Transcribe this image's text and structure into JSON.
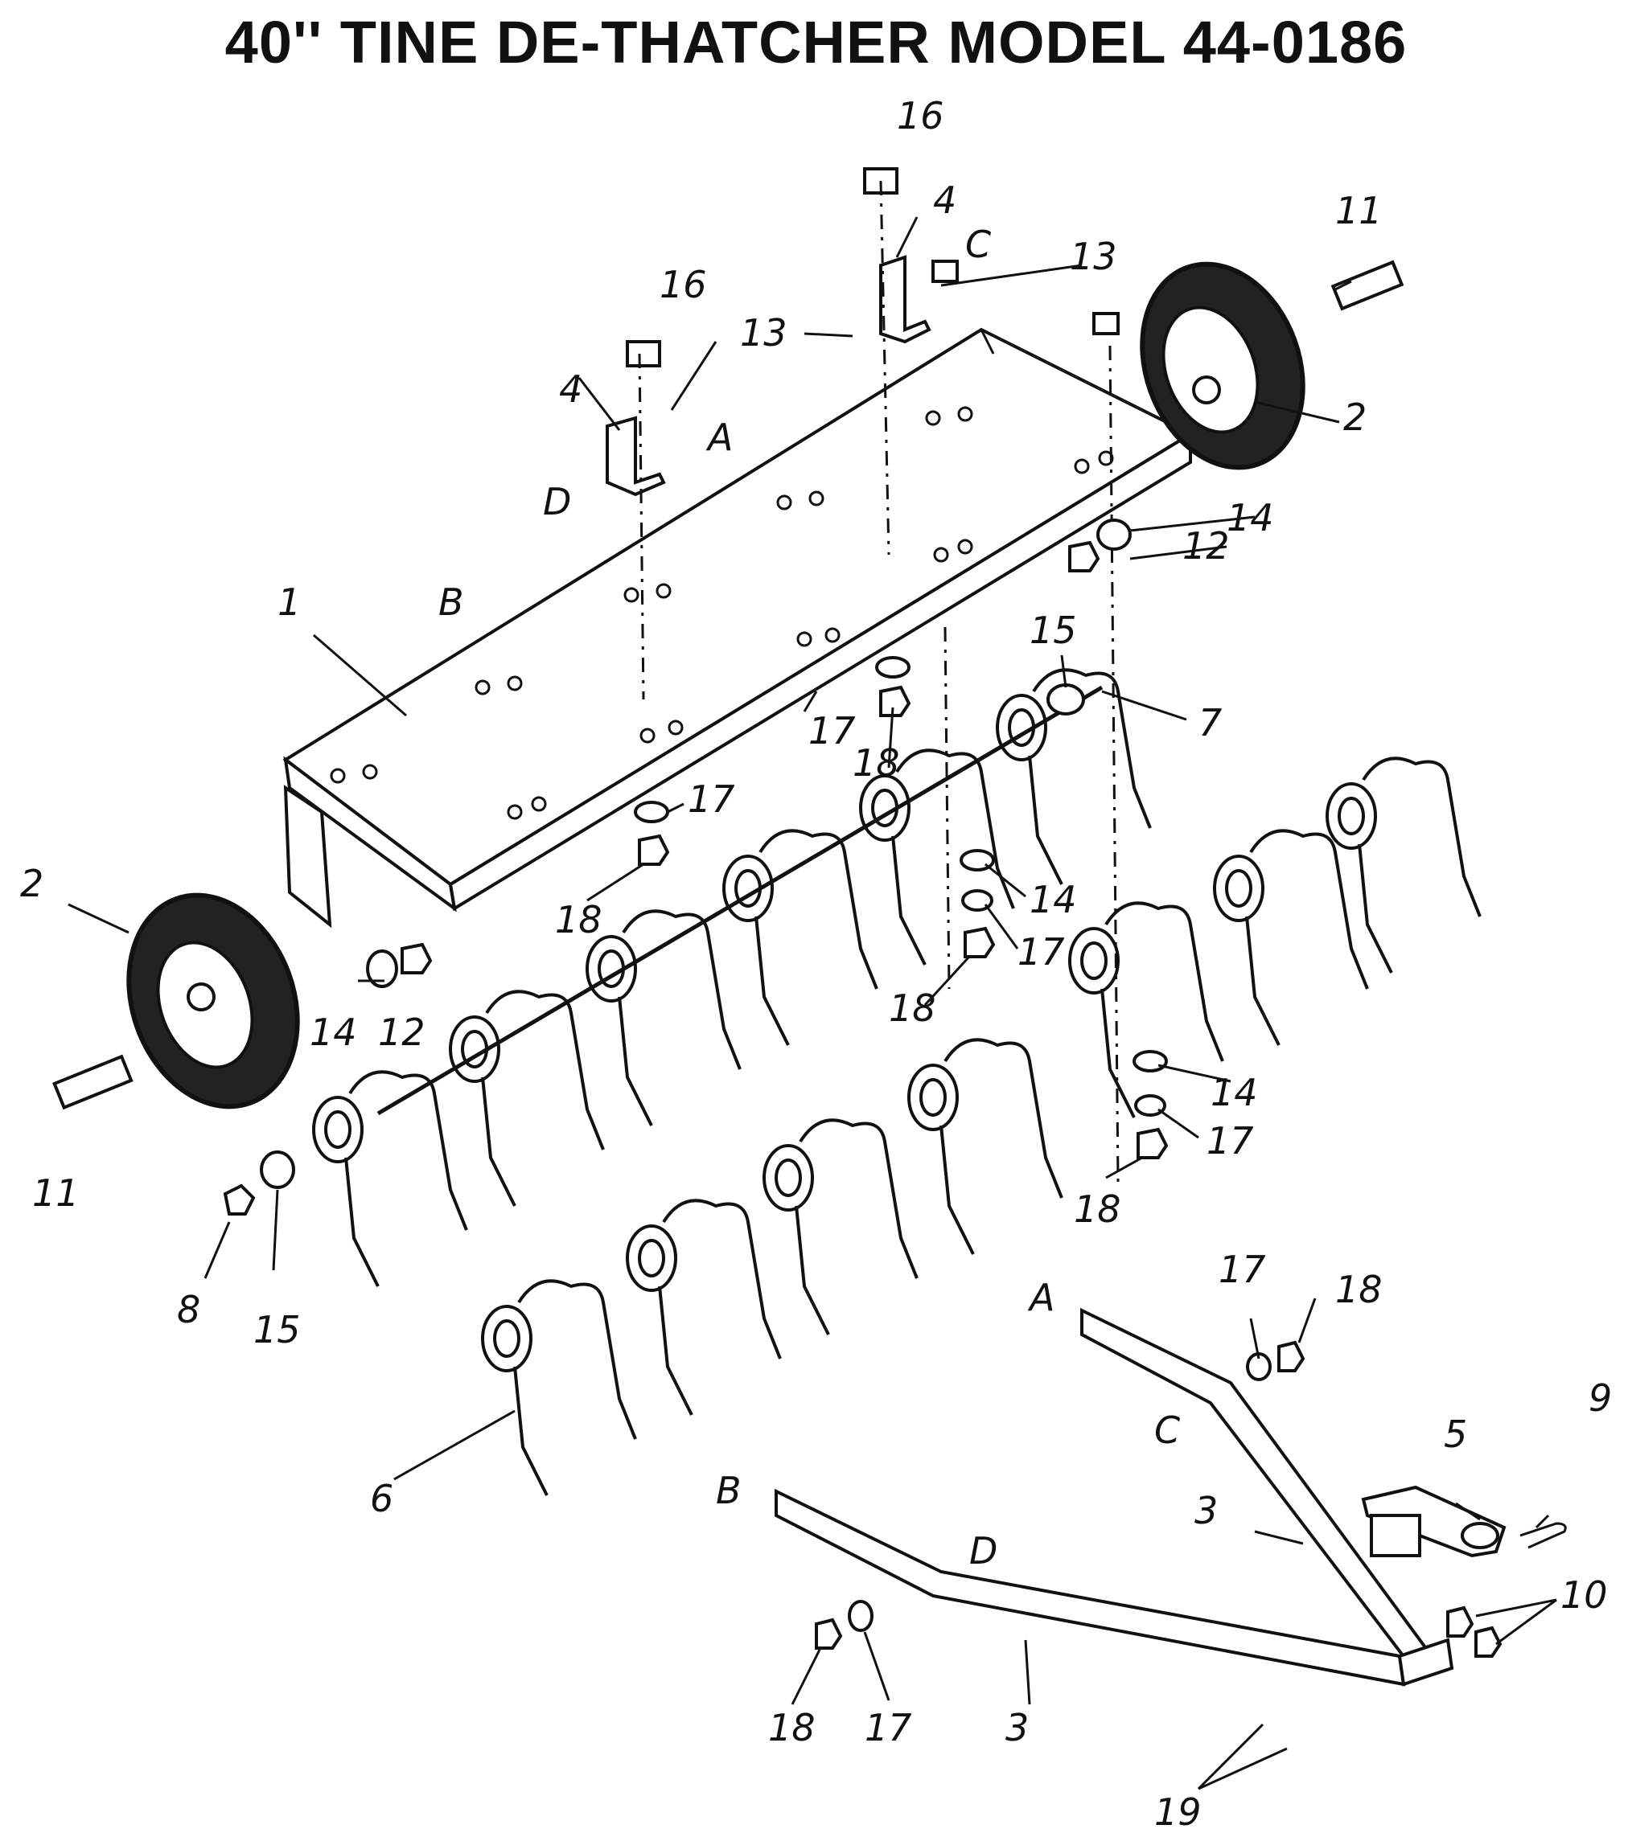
{
  "title": "40'' TINE DE-THATCHER MODEL 44-0186",
  "callouts": {
    "l1": "1",
    "l2a": "2",
    "l2b": "2",
    "l3a": "3",
    "l3b": "3",
    "l4a": "4",
    "l4b": "4",
    "l5": "5",
    "l6": "6",
    "l7": "7",
    "l8": "8",
    "l9": "9",
    "l10": "10",
    "l11a": "11",
    "l11b": "11",
    "l12a": "12",
    "l12b": "12",
    "l13a": "13",
    "l13b": "13",
    "l14a": "14",
    "l14b": "14",
    "l14c": "14",
    "l14d": "14",
    "l15a": "15",
    "l15b": "15",
    "l16a": "16",
    "l16b": "16",
    "l17a": "17",
    "l17b": "17",
    "l17c": "17",
    "l17d": "17",
    "l17e": "17",
    "l17f": "17",
    "l18a": "18",
    "l18b": "18",
    "l18c": "18",
    "l18d": "18",
    "l18e": "18",
    "l18f": "18",
    "l19": "19",
    "lA1": "A",
    "lA2": "A",
    "lB1": "B",
    "lB2": "B",
    "lC1": "C",
    "lC2": "C",
    "lD1": "D",
    "lD2": "D"
  }
}
